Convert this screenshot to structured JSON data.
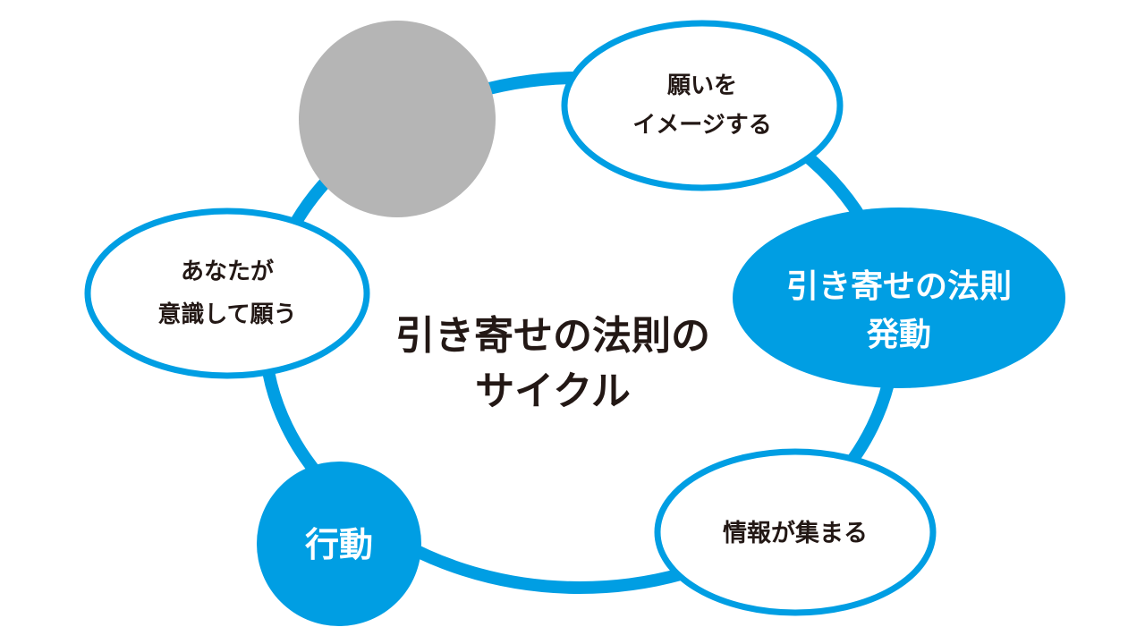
{
  "title": {
    "line1": "引き寄せの法則の",
    "line2": "サイクル"
  },
  "nodes": {
    "wish": {
      "line1": "あなたが",
      "line2": "意識して願う"
    },
    "imagine": {
      "line1": "願いを",
      "line2": "イメージする"
    },
    "law": {
      "line1": "引き寄せの法則",
      "line2": "発動"
    },
    "info": {
      "line1": "情報が集まる"
    },
    "action": {
      "line1": "行動"
    }
  },
  "colors": {
    "accent": "#009ee3",
    "placeholder": "#b5b5b5",
    "text_dark": "#231815",
    "text_light": "#ffffff",
    "background": "#ffffff"
  }
}
